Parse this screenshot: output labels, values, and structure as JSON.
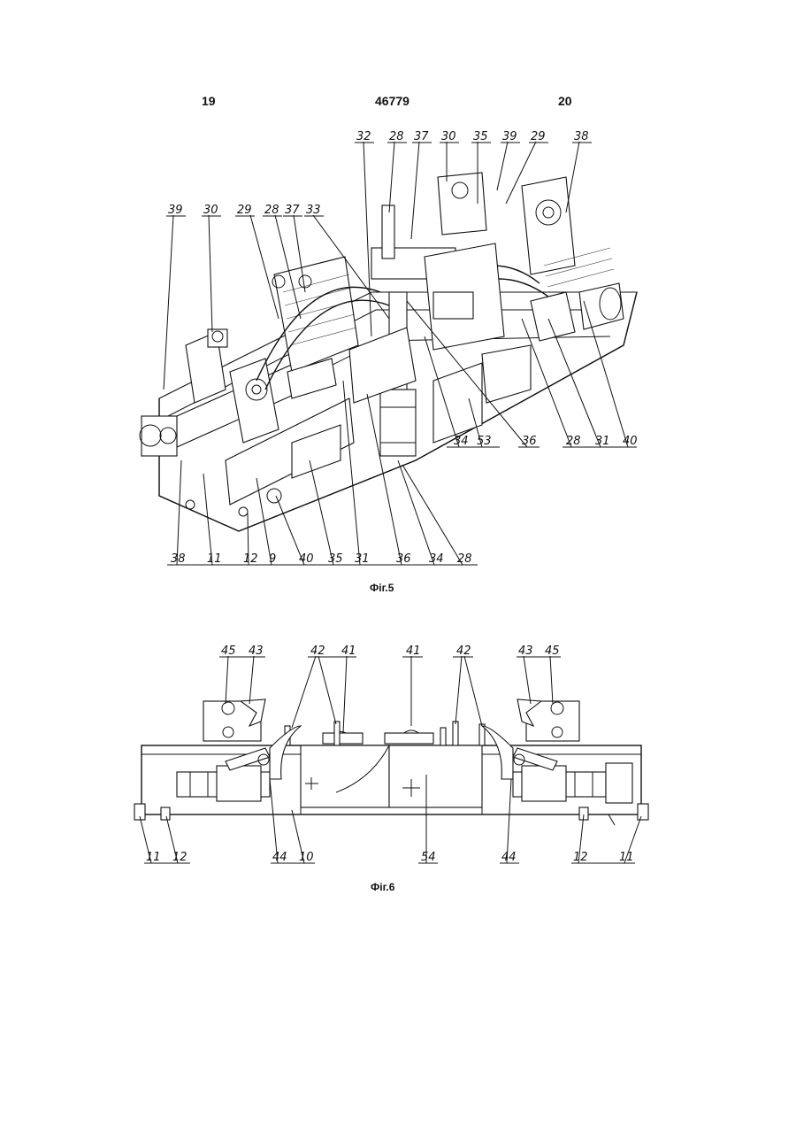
{
  "header": {
    "left_page": "19",
    "patent_number": "46779",
    "right_page": "20"
  },
  "figure5": {
    "caption": "Фіг.5",
    "labels_top": [
      "39",
      "30",
      "29",
      "28",
      "37",
      "33",
      "32",
      "28",
      "37",
      "30",
      "35",
      "39",
      "29",
      "38"
    ],
    "labels_right": [
      "53",
      "34",
      "36",
      "28",
      "31",
      "40"
    ],
    "labels_bottom": [
      "38",
      "11",
      "12",
      "9",
      "40",
      "35",
      "31",
      "36",
      "34",
      "28"
    ]
  },
  "figure6": {
    "caption": "Фіг.6",
    "labels_top": [
      "45",
      "43",
      "42",
      "41",
      "41",
      "42",
      "43",
      "45"
    ],
    "labels_bottom": [
      "11",
      "12",
      "44",
      "10",
      "54",
      "44",
      "12",
      "11"
    ]
  }
}
